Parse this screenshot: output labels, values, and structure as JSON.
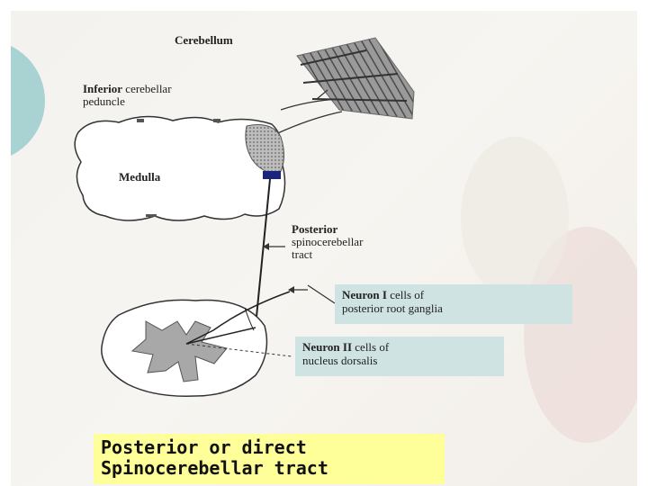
{
  "labels": {
    "cerebellum": "Cerebellum",
    "inferior_peduncle_bold": "Inferior",
    "inferior_peduncle_rest1": "cerebellar",
    "inferior_peduncle_rest2": "peduncle",
    "medulla": "Medulla",
    "posterior_tract_bold": "Posterior",
    "posterior_tract_line2": "spinocerebellar",
    "posterior_tract_line3": "tract"
  },
  "neurons": [
    {
      "title": "Neuron I",
      "line1": "cells of",
      "line2": "posterior root ganglia"
    },
    {
      "title": "Neuron II",
      "line1": "cells of",
      "line2": "nucleus dorsalis"
    }
  ],
  "caption": {
    "line1": "Posterior or direct",
    "line2": "Spinocerebellar tract"
  },
  "colors": {
    "caption_bg": "#ffff99",
    "neuron_box_bg": "#cfe3e3",
    "peduncle_marker": "#1a237e",
    "decor_circle": "#a9d3d2"
  }
}
